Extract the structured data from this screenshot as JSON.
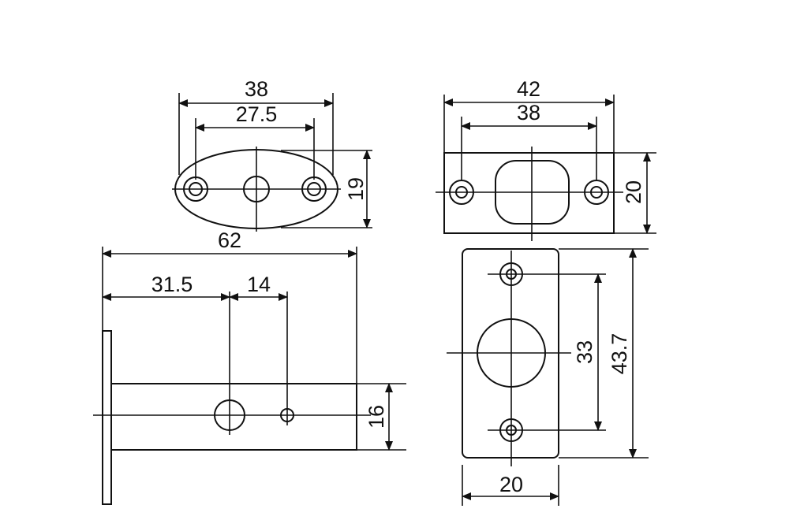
{
  "drawing": {
    "strike_plate": {
      "overall_width": "38",
      "hole_spacing": "27.5",
      "height": "19"
    },
    "face_plate": {
      "overall_width": "42",
      "hole_spacing": "38",
      "height": "20"
    },
    "latch_body": {
      "overall_length": "62",
      "backset": "31.5",
      "hole_offset": "14",
      "diameter": "16"
    },
    "mount_plate": {
      "hole_spacing": "33",
      "overall_height": "43.7",
      "width": "20"
    }
  }
}
